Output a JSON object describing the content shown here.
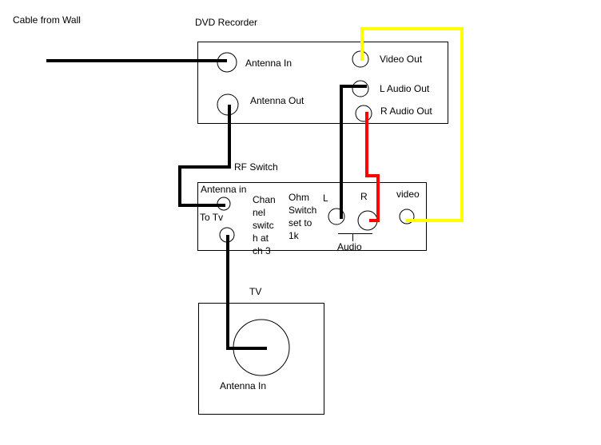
{
  "labels": {
    "cable_from_wall": "Cable from Wall",
    "dvd_recorder": "DVD Recorder",
    "antenna_in": "Antenna In",
    "antenna_out": "Antenna Out",
    "video_out": "Video Out",
    "l_audio_out": "L Audio Out",
    "r_audio_out": "R Audio Out",
    "rf_switch": "RF Switch",
    "rf_antenna_in": "Antenna in",
    "to_tv": "To Tv",
    "channel_note": [
      "Chan",
      "nel",
      "switc",
      "h at",
      "ch 3"
    ],
    "ohm_note": [
      "Ohm",
      "Switch",
      "set to",
      "1k"
    ],
    "l": "L",
    "r": "R",
    "video": "video",
    "audio": "Audio",
    "tv": "TV",
    "tv_antenna_in": "Antenna In"
  },
  "colors": {
    "cable_black": "#000000",
    "video_yellow": "#ffff00",
    "audio_red": "#ff0000",
    "box_outline": "#000000"
  }
}
